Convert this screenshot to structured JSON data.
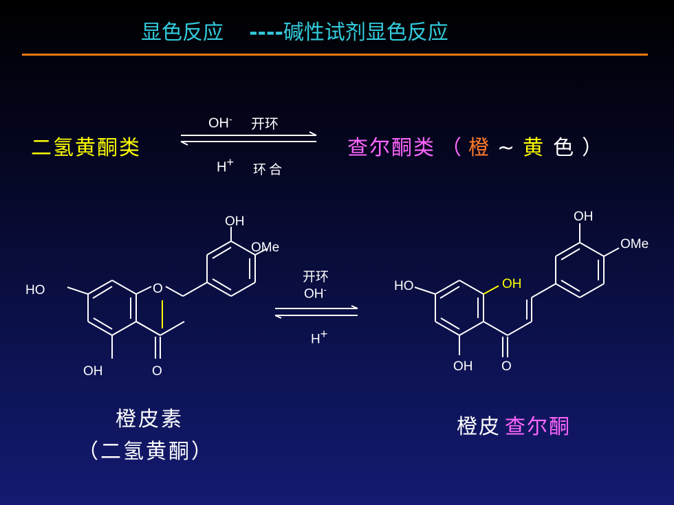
{
  "title": {
    "part1": "显色反应",
    "part2": "----",
    "part3": "碱性试剂显色反应"
  },
  "reaction": {
    "left": "二氢黄酮类",
    "right_main": "查尔酮类",
    "right_paren_open": "（",
    "right_orange": "橙",
    "right_tilde": "~",
    "right_yellow": "黄",
    "right_color": "色",
    "right_paren_close": "）",
    "top_reagent": "OH",
    "top_charge": "-",
    "top_label": "开环",
    "bottom_reagent": "H",
    "bottom_charge": "+",
    "bottom_label": "环合"
  },
  "molecules": {
    "left": {
      "oh_top": "OH",
      "ome": "OMe",
      "o_ring": "O",
      "ho_left": "HO",
      "oh_bottom": "OH",
      "o_carbonyl": "O",
      "name": "橙皮素",
      "subname": "（二氢黄酮）"
    },
    "right": {
      "oh_top": "OH",
      "ome": "OMe",
      "ho_left": "HO",
      "oh_yellow": "OH",
      "oh_bottom": "OH",
      "o_carbonyl": "O",
      "name_prefix": "橙皮",
      "name_suffix": "查尔酮"
    },
    "arrow": {
      "label": "开环",
      "reagent": "OH",
      "charge": "-",
      "h": "H",
      "h_charge": "+"
    }
  },
  "colors": {
    "title": "#33ccdd",
    "rule": "#f07a10",
    "yellow": "#ffff00",
    "pink": "#ff66ff",
    "orange": "#ff7a2a"
  }
}
